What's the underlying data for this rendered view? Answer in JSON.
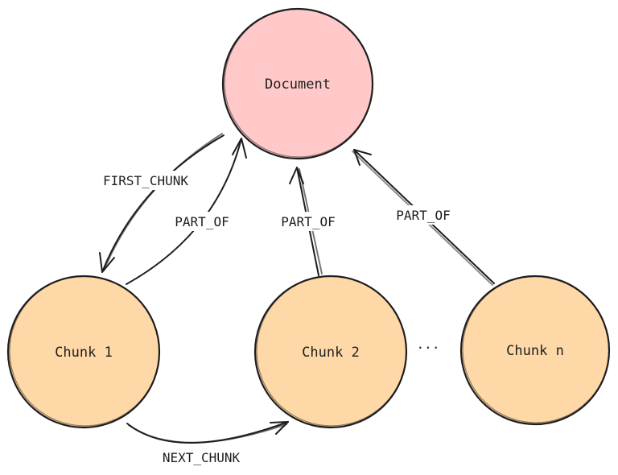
{
  "colors": {
    "document_fill": "#ffc9c9",
    "chunk_fill": "#ffd8a8",
    "stroke": "#1e1e1e"
  },
  "nodes": {
    "document": {
      "label": "Document"
    },
    "chunk_1": {
      "label": "Chunk 1"
    },
    "chunk_2": {
      "label": "Chunk 2"
    },
    "chunk_n": {
      "label": "Chunk n"
    }
  },
  "ellipsis": "...",
  "edges": {
    "first_chunk": "FIRST_CHUNK",
    "part_of_1": "PART_OF",
    "part_of_2": "PART_OF",
    "part_of_n": "PART_OF",
    "next_chunk": "NEXT_CHUNK"
  }
}
